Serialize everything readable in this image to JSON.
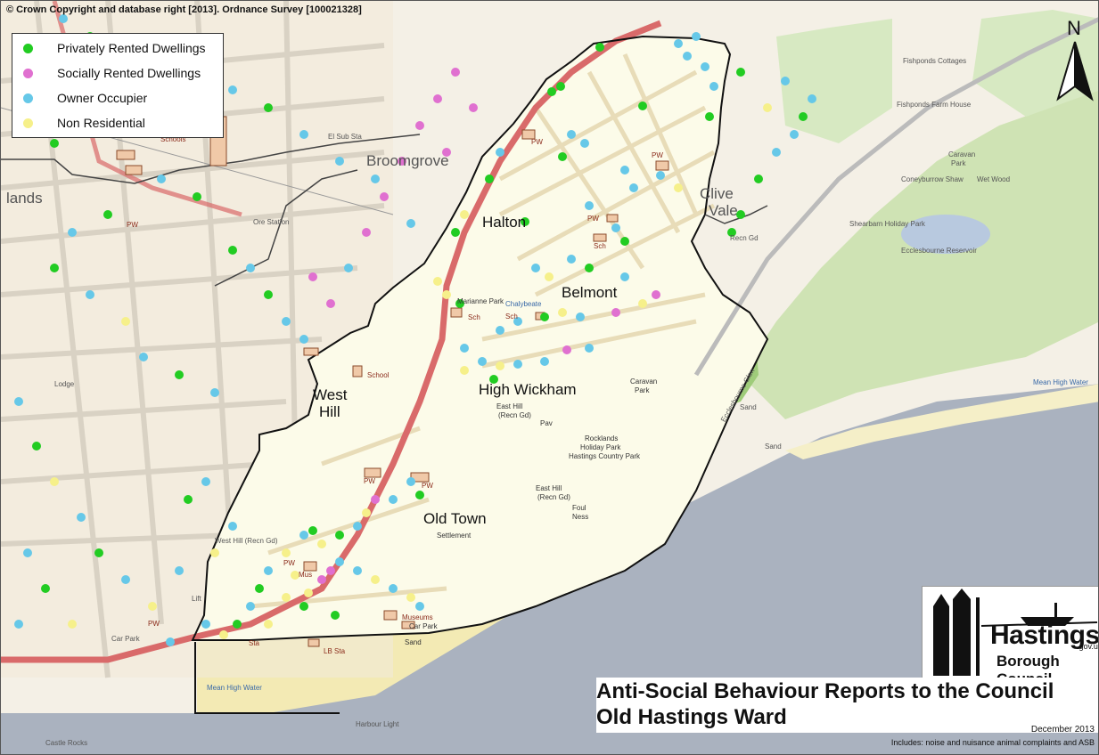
{
  "copyright": "© Crown Copyright and database right [2013]. Ordnance Survey [100021328]",
  "legend": [
    {
      "label": "Privately Rented Dwellings",
      "color": "#22cc22"
    },
    {
      "label": "Socially Rented Dwellings",
      "color": "#e070d0"
    },
    {
      "label": "Owner Occupier",
      "color": "#66c8e8"
    },
    {
      "label": "Non Residential",
      "color": "#f6f08a"
    }
  ],
  "north_label": "N",
  "title_line1": "Anti-Social Behaviour Reports to the Council",
  "title_line2": "Old Hastings Ward",
  "date": "December 2013",
  "footnote": "Includes: noise and nuisance animal complaints and ASB",
  "logo": {
    "name": "Hastings",
    "domain": ".gov.uk",
    "council": "Borough Council"
  },
  "place_labels": {
    "halton": "Halton",
    "belmont": "Belmont",
    "high_wickham": "High Wickham",
    "old_town": "Old Town",
    "west": "West",
    "hill": "Hill",
    "clive": "Clive",
    "vale": "Vale",
    "broomgrove": "Broomgrove",
    "lands": "lands"
  },
  "small_labels": {
    "east_hill_1": "East Hill",
    "recn_gd_1": "(Recn Gd)",
    "east_hill_2": "East Hill",
    "recn_gd_2": "(Recn Gd)",
    "rocklands": "Rocklands",
    "holiday_park": "Holiday Park",
    "hastings_country_park": "Hastings Country Park",
    "caravan_park_1": "Caravan",
    "caravan_park_1b": "Park",
    "caravan_park_2": "Caravan",
    "caravan_park_2b": "Park",
    "foul_ness": "Foul",
    "foul_ness_b": "Ness",
    "settlement": "Settlement",
    "marianne_park": "Marianne Park",
    "chalybeate": "Chalybeate",
    "school": "School",
    "schools": "Schools",
    "ore_station": "Ore Station",
    "el_sub_sta": "El Sub Sta",
    "museums": "Museums",
    "car_park": "Car Park",
    "car_park_2": "Car Park",
    "sand_1": "Sand",
    "sand_2": "Sand",
    "sand_3": "Sand",
    "lb_sta": "LB Sta",
    "sta": "Sta",
    "mean_high_water_1": "Mean High Water",
    "mean_high_water_2": "Mean High Water",
    "harbour_light": "Harbour Light",
    "castle_rocks": "Castle Rocks",
    "coneyburrow_shaw": "Coneyburrow Shaw",
    "wet_wood": "Wet Wood",
    "shearbarn": "Shearbarn Holiday Park",
    "fishponds_farm": "Fishponds Farm House",
    "fishponds_cottages": "Fishponds Cottages",
    "ecclesbourne_glen": "Ecclesbourne Glen",
    "ecclesbourne_reservoir": "Ecclesbourne Reservoir",
    "west_hill_recn": "West Hill (Recn Gd)",
    "lodge": "Lodge",
    "recn_gd_3": "Recn Gd",
    "pw": "PW",
    "sch": "Sch",
    "mus": "Mus",
    "pav": "Pav",
    "lift": "Lift"
  }
}
